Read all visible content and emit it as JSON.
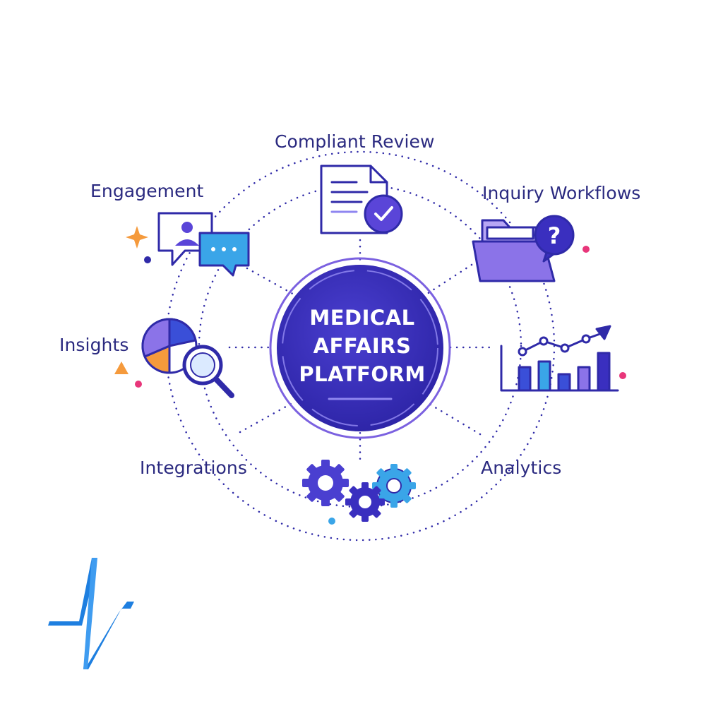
{
  "center": {
    "line1": "MEDICAL",
    "line2": "AFFAIRS",
    "line3": "PLATFORM"
  },
  "features": {
    "compliant_review": "Compliant Review",
    "engagement": "Engagement",
    "inquiry_workflows": "Inquiry Workflows",
    "insights": "Insights",
    "integrations": "Integrations",
    "analytics": "Analytics"
  },
  "colors": {
    "primary": "#2f2aa8",
    "center_fill": "#3a2fbf",
    "label_text": "#2b2a80",
    "accent_purple": "#7b61e0",
    "accent_blue": "#3aa5e8",
    "accent_orange": "#f59a3c",
    "accent_pink": "#e8367a",
    "logo_blue": "#1e7fe0"
  },
  "icons": [
    "document-check-icon",
    "chat-user-icon",
    "folder-question-icon",
    "pie-chart-magnifier-icon",
    "gears-icon",
    "bar-line-chart-icon",
    "brand-logo-icon"
  ]
}
